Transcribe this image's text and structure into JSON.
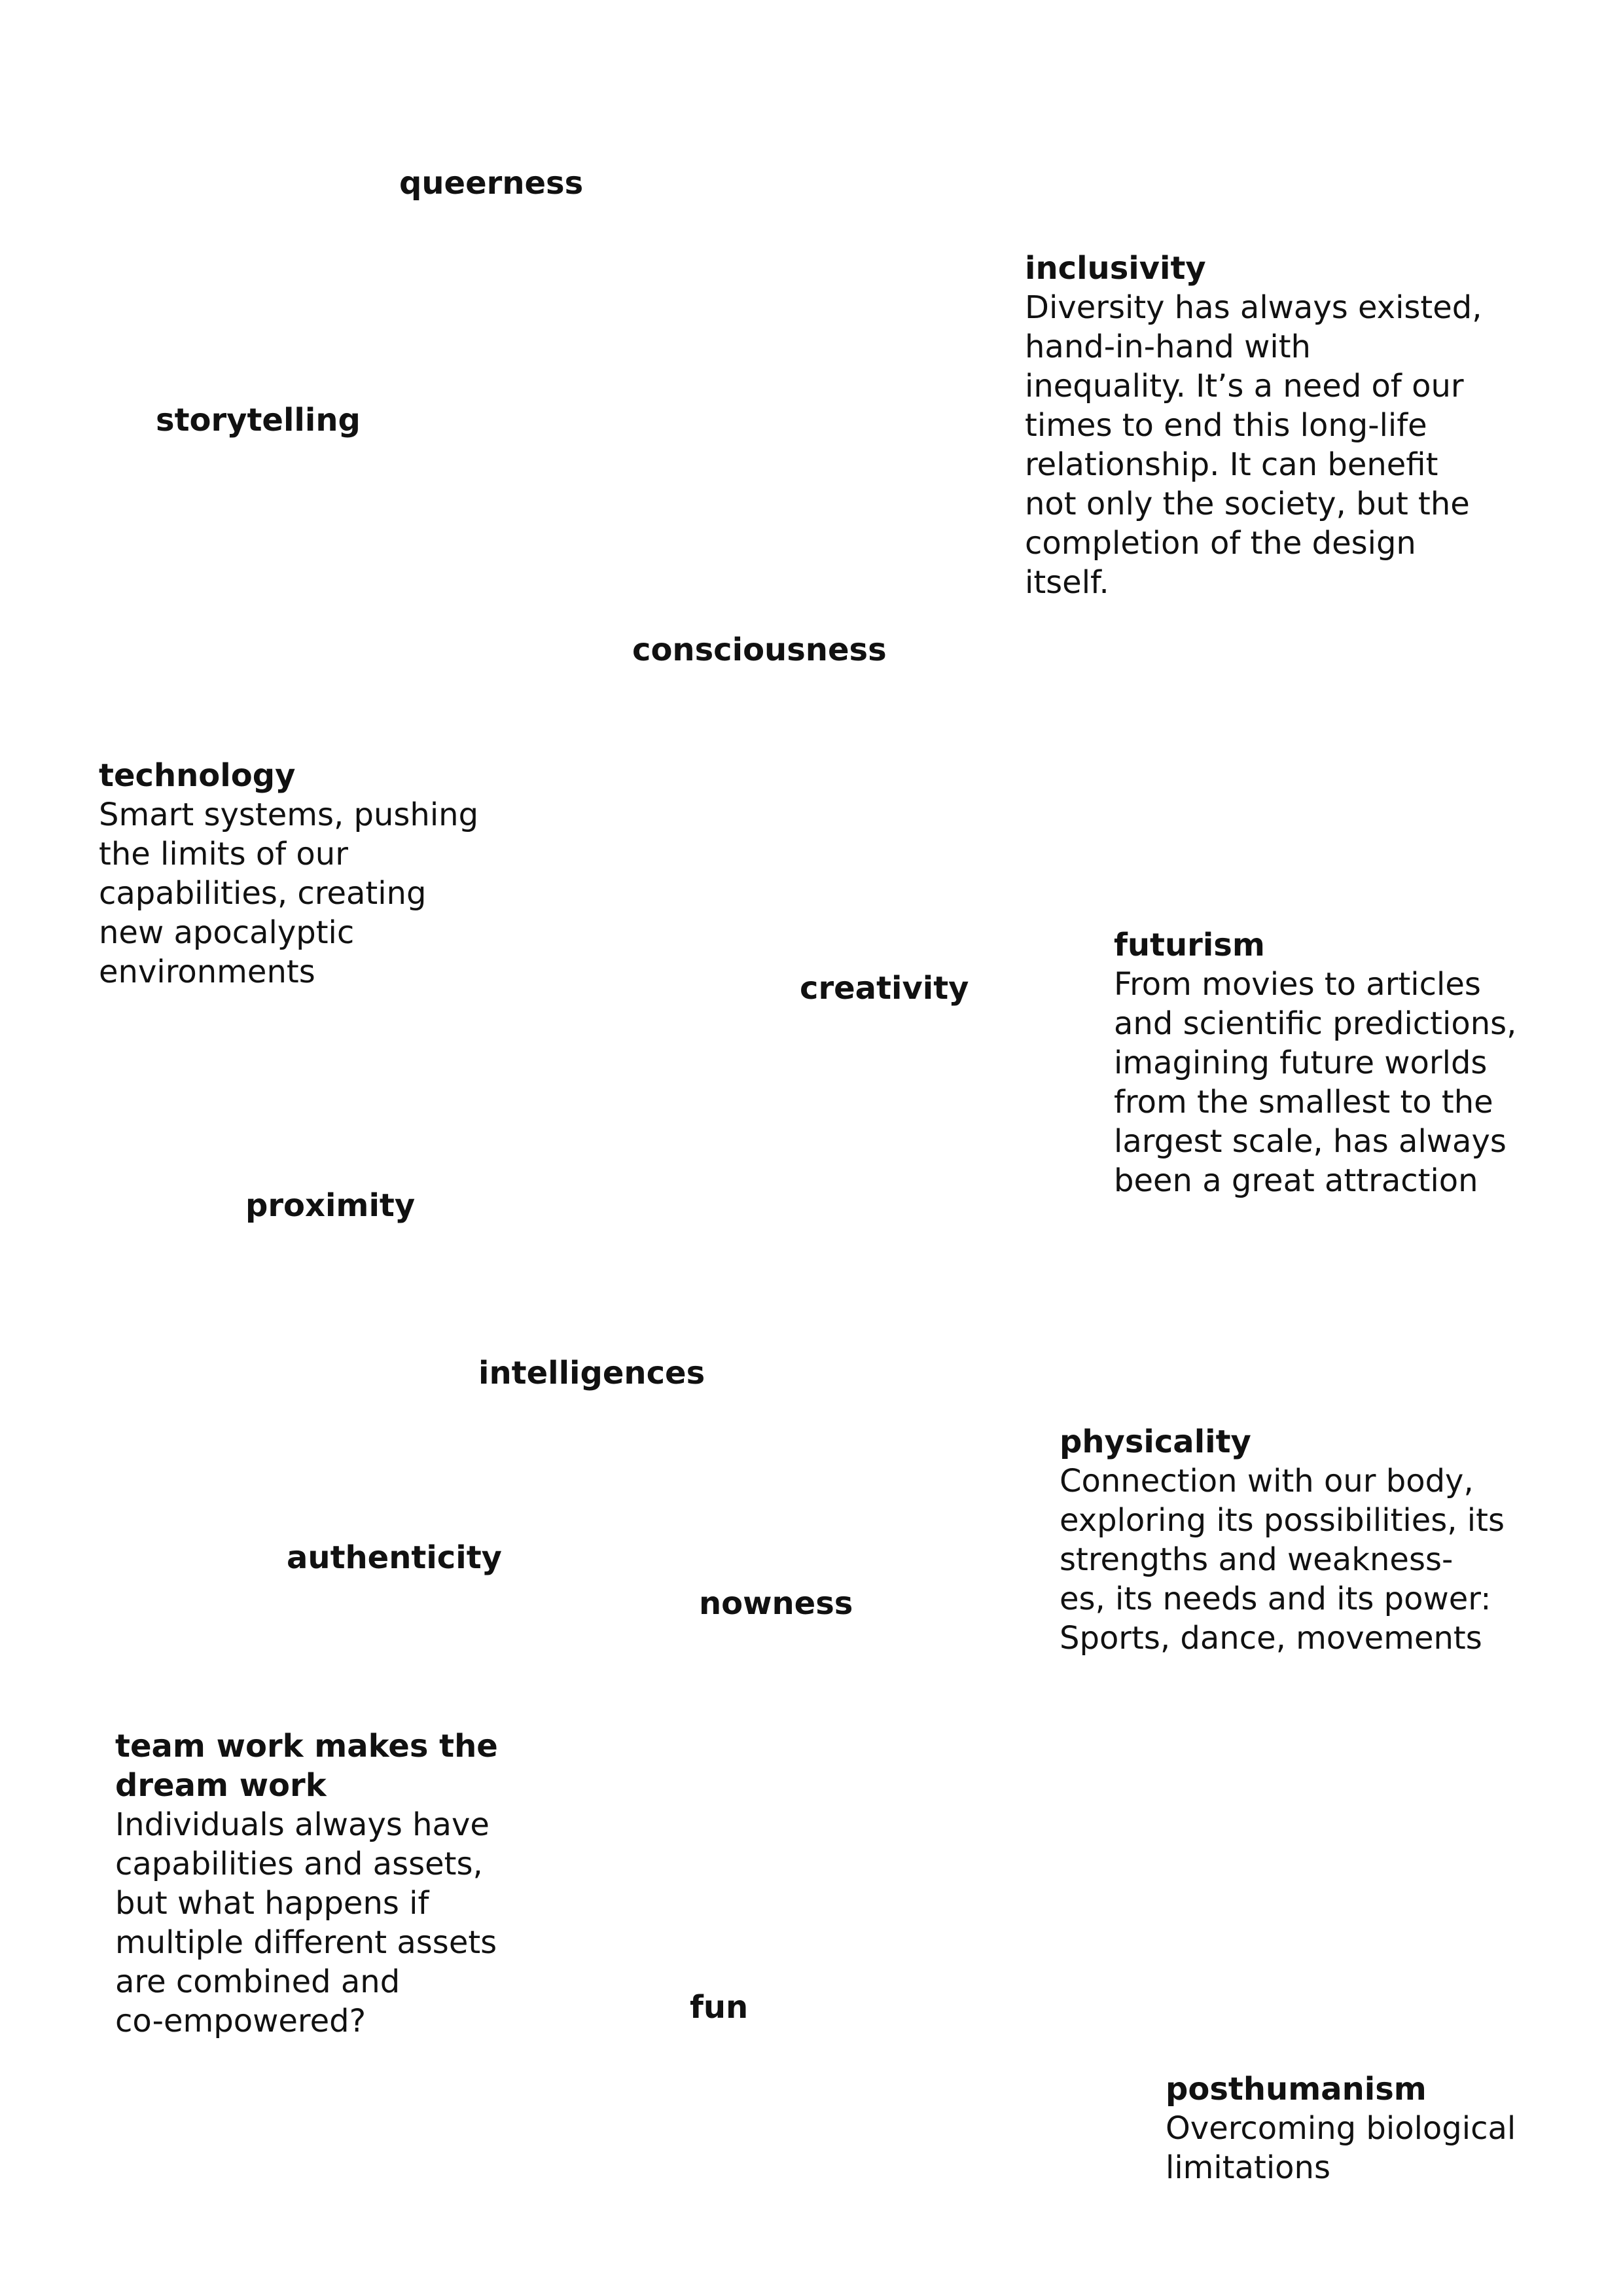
{
  "terms": {
    "queerness": {
      "title": "queerness"
    },
    "inclusivity": {
      "title": "inclusivity",
      "lines": [
        "Diversity has always existed,",
        "hand-in-hand with",
        "inequality. It’s a need of our",
        "times to end this long-life",
        "relationship. It can benefit",
        "not only the society, but the",
        "completion of the design",
        "itself."
      ]
    },
    "storytelling": {
      "title": "storytelling"
    },
    "consciousness": {
      "title": "consciousness"
    },
    "technology": {
      "title": "technology",
      "lines": [
        "Smart systems, pushing",
        "the limits of our",
        "capabilities, creating",
        "new apocalyptic",
        "environments"
      ]
    },
    "futurism": {
      "title": "futurism",
      "lines": [
        "From movies to articles",
        "and scientific predictions,",
        "imagining future worlds",
        "from the smallest to the",
        "largest scale, has always",
        "been a great attraction"
      ]
    },
    "creativity": {
      "title": "creativity"
    },
    "proximity": {
      "title": "proximity"
    },
    "intelligences": {
      "title": "intelligences"
    },
    "physicality": {
      "title": "physicality",
      "lines": [
        "Connection with our body,",
        "exploring its possibilities, its",
        "strengths and weakness-",
        "es, its needs and its power:",
        "Sports, dance, movements"
      ]
    },
    "authenticity": {
      "title": "authenticity"
    },
    "nowness": {
      "title": "nowness"
    },
    "teamwork": {
      "title_lines": [
        "team work makes the",
        "dream work"
      ],
      "lines": [
        "Individuals always have",
        "capabilities and assets,",
        "but what happens if",
        "multiple different assets",
        "are combined and",
        "co-empowered?"
      ]
    },
    "fun": {
      "title": "fun"
    },
    "posthumanism": {
      "title": "posthumanism",
      "lines": [
        "Overcoming biological",
        "limitations"
      ]
    }
  }
}
